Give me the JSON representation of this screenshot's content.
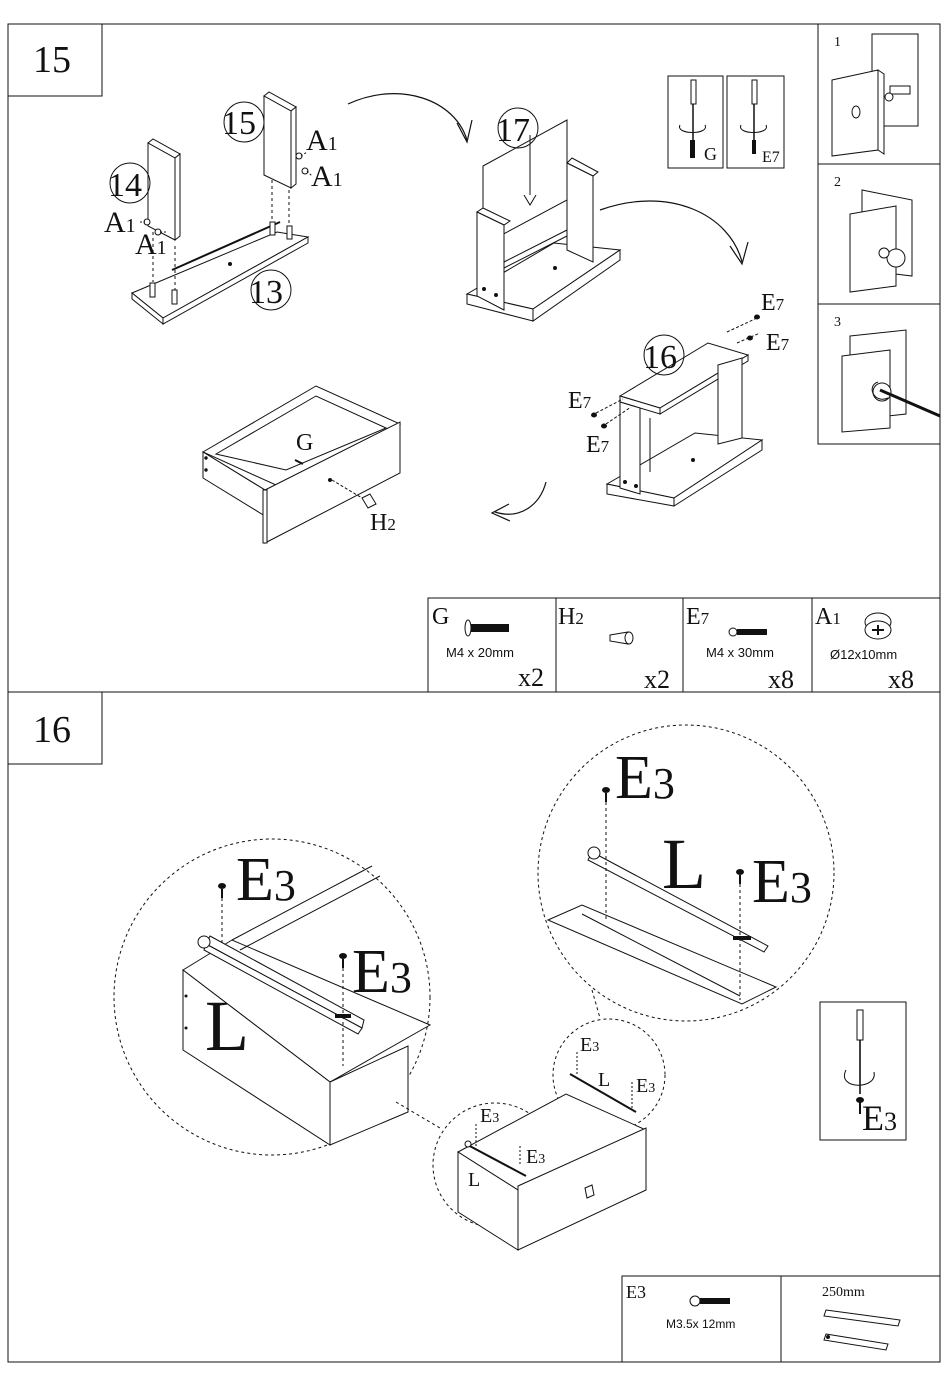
{
  "step15": {
    "number": "15",
    "parts": {
      "p13": "13",
      "p14": "14",
      "p15": "15",
      "p16": "16",
      "p17": "17"
    },
    "labels": {
      "a1": "A",
      "a1_sub": "1",
      "e7": "E",
      "e7_sub": "7",
      "g": "G",
      "h2": "H",
      "h2_sub": "2"
    },
    "tool_labels": {
      "g": "G",
      "e7": "E7"
    },
    "cam_steps": [
      "1",
      "2",
      "3"
    ],
    "hardware": [
      {
        "code": "G",
        "code_sub": "",
        "size": "M4 x 20mm",
        "qty": "x2"
      },
      {
        "code": "H",
        "code_sub": "2",
        "size": "",
        "qty": "x2"
      },
      {
        "code": "E",
        "code_sub": "7",
        "size": "M4 x 30mm",
        "qty": "x8"
      },
      {
        "code": "A",
        "code_sub": "1",
        "size": "Ø12x10mm",
        "qty": "x8"
      }
    ]
  },
  "step16": {
    "number": "16",
    "labels": {
      "e3": "E",
      "e3_sub": "3",
      "l": "L"
    },
    "hardware": [
      {
        "code": "E3",
        "size": "M3.5x 12mm"
      },
      {
        "code": "",
        "size": "250mm"
      }
    ]
  }
}
